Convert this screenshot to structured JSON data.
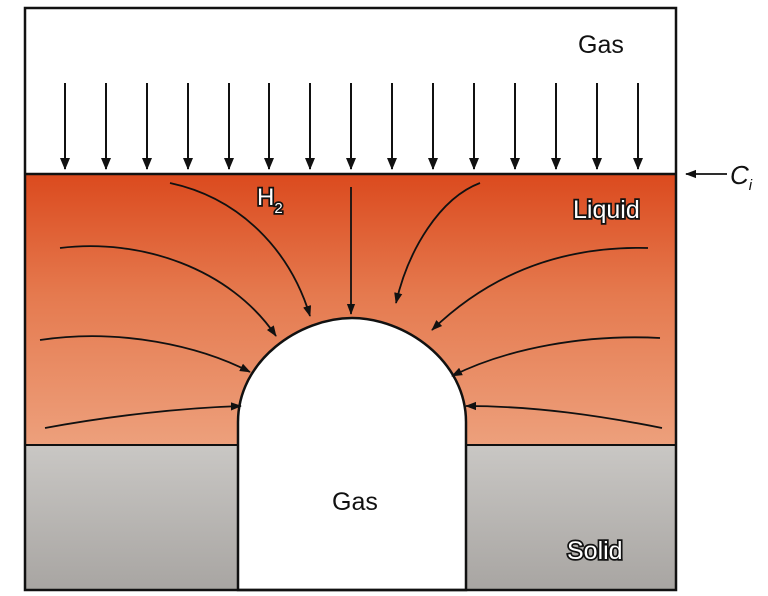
{
  "labels": {
    "gas_top": "Gas",
    "liquid": "Liquid",
    "solid": "Solid",
    "gas_pore": "Gas",
    "species_main": "H",
    "species_sub": "2",
    "interface_main": "C",
    "interface_sub": "i"
  },
  "colors": {
    "liquid_top": "#db4a1e",
    "liquid_bottom": "#eda07c",
    "solid_top": "#c9c7c4",
    "solid_bottom": "#a8a5a2",
    "line": "#111111"
  },
  "icons": {
    "arrows": "arrow-down-icon",
    "flux_lines": "curved-arrow-icon"
  }
}
